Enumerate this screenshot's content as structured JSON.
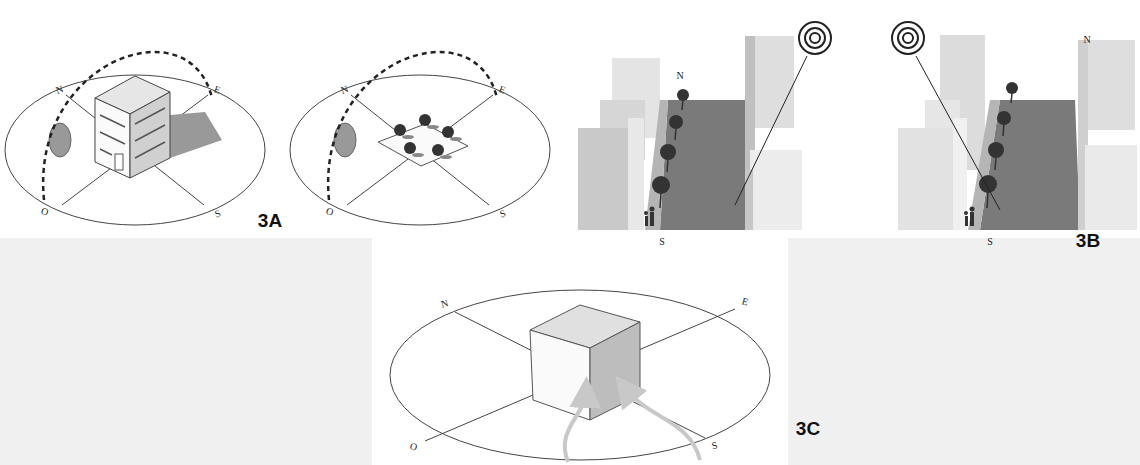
{
  "diagram": {
    "labels": [
      "N",
      "E",
      "O",
      "S",
      "N",
      "E",
      "O",
      "S",
      "3A",
      "N",
      "S",
      "N",
      "S",
      "3B",
      "N",
      "E",
      "O",
      "S",
      "3C"
    ]
  }
}
